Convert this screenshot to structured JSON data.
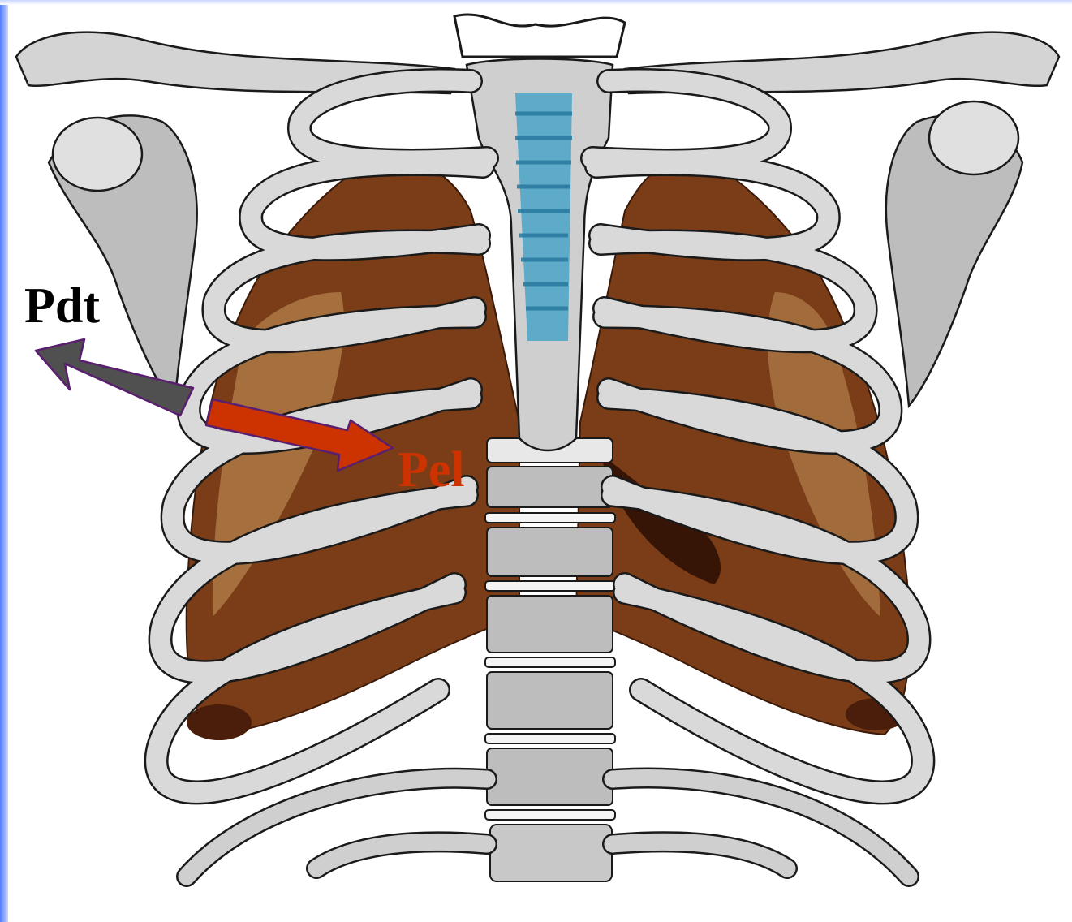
{
  "labels": {
    "pdt": "Pdt",
    "pel": "Pel"
  },
  "colors": {
    "background": "#ffffff",
    "slide_accent": "#4f7bff",
    "bone_fill": "#cfcfcf",
    "bone_shadow": "#9a9a9a",
    "bone_outline": "#1a1a1a",
    "lung_dark": "#5a2a10",
    "lung_mid": "#8a4a1c",
    "lung_light": "#c99a5e",
    "spine_blue": "#4aa3c8",
    "pdt_arrow": "#505050",
    "pdt_arrow_outline": "#5a1e6e",
    "pel_arrow": "#cc3300",
    "pdt_text": "#000000",
    "pel_text": "#cc3300"
  },
  "icons": {
    "pdt_arrow": "arrow-up-left",
    "pel_arrow": "arrow-down-right"
  }
}
